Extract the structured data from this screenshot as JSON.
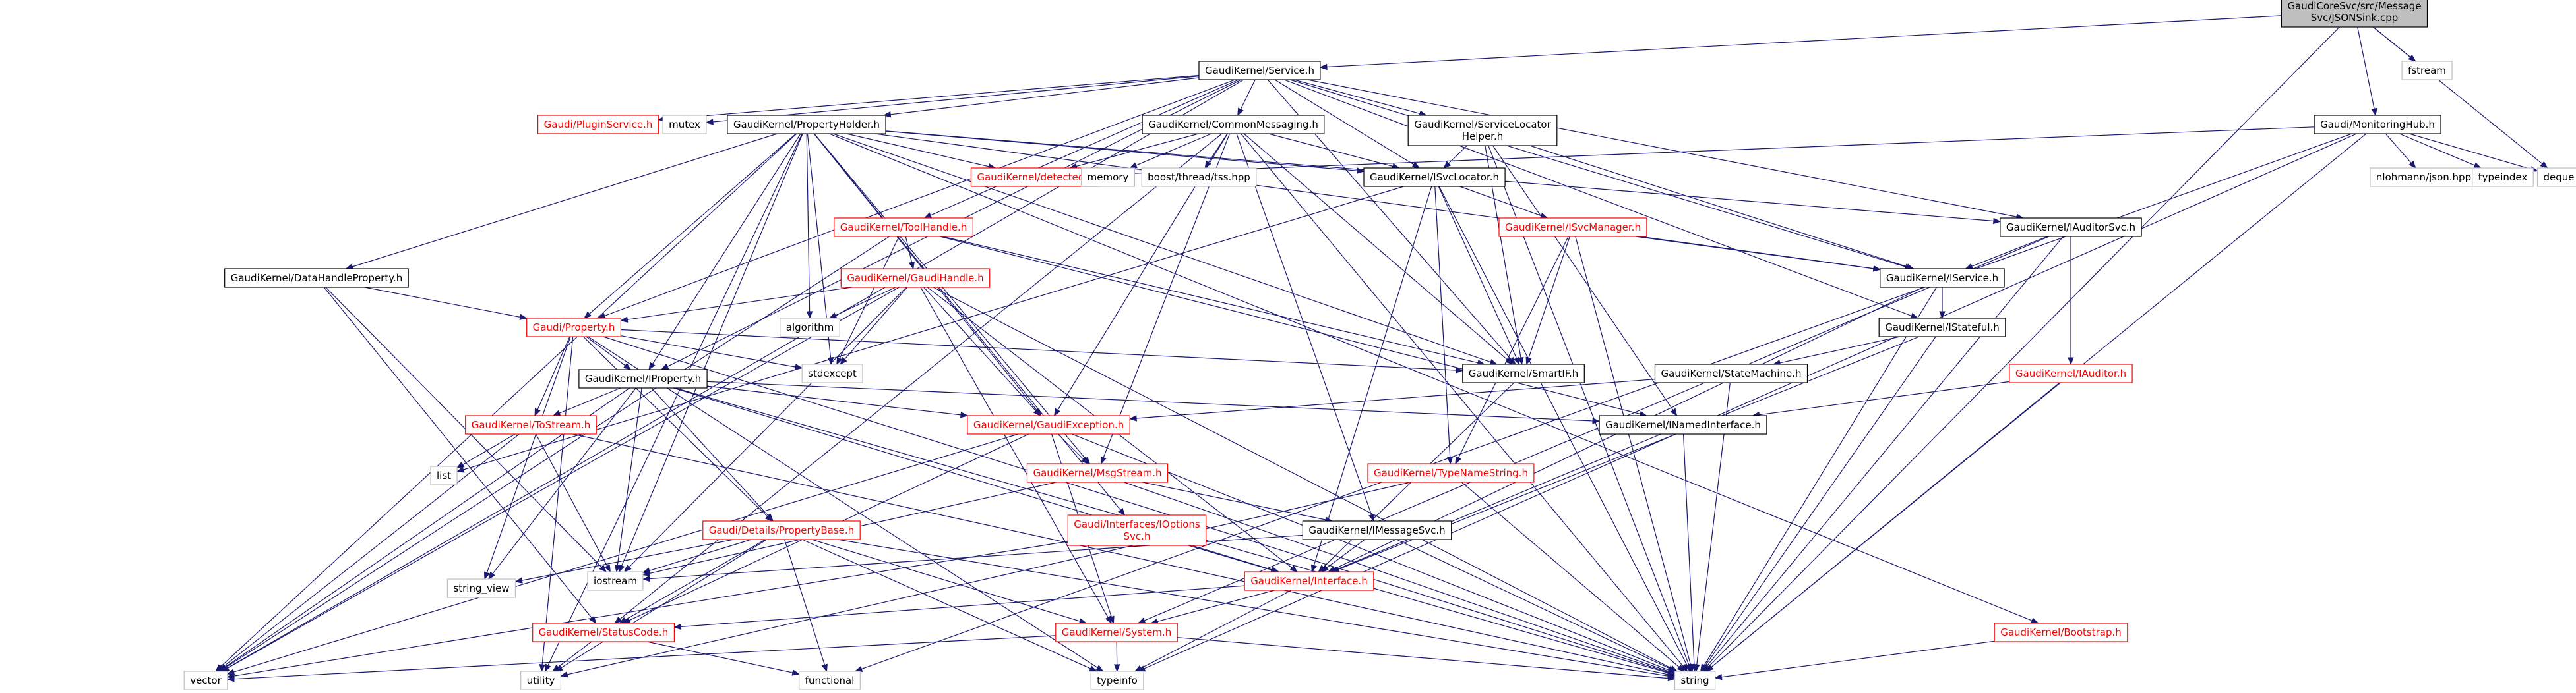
{
  "graph": {
    "colors": {
      "edge": "#191970",
      "root_fill": "#bfbfbf",
      "link_red": "#ff0000",
      "external_grey": "#bfbfbf"
    },
    "nodes": [
      {
        "id": "root",
        "lines": [
          "GaudiCoreSvc/src/Message",
          "Svc/JSONSink.cpp"
        ],
        "style": "root"
      },
      {
        "id": "service",
        "lines": [
          "GaudiKernel/Service.h"
        ],
        "style": "normal"
      },
      {
        "id": "fstream",
        "lines": [
          "fstream"
        ],
        "style": "grey"
      },
      {
        "id": "monhub",
        "lines": [
          "Gaudi/MonitoringHub.h"
        ],
        "style": "normal"
      },
      {
        "id": "deque",
        "lines": [
          "deque"
        ],
        "style": "grey"
      },
      {
        "id": "pluginsvc",
        "lines": [
          "Gaudi/PluginService.h"
        ],
        "style": "red"
      },
      {
        "id": "mutex",
        "lines": [
          "mutex"
        ],
        "style": "grey"
      },
      {
        "id": "propholder",
        "lines": [
          "GaudiKernel/PropertyHolder.h"
        ],
        "style": "normal"
      },
      {
        "id": "commonmsg",
        "lines": [
          "GaudiKernel/CommonMessaging.h"
        ],
        "style": "normal"
      },
      {
        "id": "svclochelper",
        "lines": [
          "GaudiKernel/ServiceLocator",
          "Helper.h"
        ],
        "style": "normal"
      },
      {
        "id": "nlohmann",
        "lines": [
          "nlohmann/json.hpp"
        ],
        "style": "grey"
      },
      {
        "id": "typeindex",
        "lines": [
          "typeindex"
        ],
        "style": "grey"
      },
      {
        "id": "detected",
        "lines": [
          "GaudiKernel/detected.h"
        ],
        "style": "red"
      },
      {
        "id": "memory",
        "lines": [
          "memory"
        ],
        "style": "grey"
      },
      {
        "id": "tss",
        "lines": [
          "boost/thread/tss.hpp"
        ],
        "style": "grey"
      },
      {
        "id": "isvcloc",
        "lines": [
          "GaudiKernel/ISvcLocator.h"
        ],
        "style": "normal"
      },
      {
        "id": "toolhandle",
        "lines": [
          "GaudiKernel/ToolHandle.h"
        ],
        "style": "red"
      },
      {
        "id": "isvcmgr",
        "lines": [
          "GaudiKernel/ISvcManager.h"
        ],
        "style": "red"
      },
      {
        "id": "iauditorsvc",
        "lines": [
          "GaudiKernel/IAuditorSvc.h"
        ],
        "style": "normal"
      },
      {
        "id": "dhprop",
        "lines": [
          "GaudiKernel/DataHandleProperty.h"
        ],
        "style": "normal"
      },
      {
        "id": "gaudihandle",
        "lines": [
          "GaudiKernel/GaudiHandle.h"
        ],
        "style": "red"
      },
      {
        "id": "iservice",
        "lines": [
          "GaudiKernel/IService.h"
        ],
        "style": "normal"
      },
      {
        "id": "algorithm",
        "lines": [
          "algorithm"
        ],
        "style": "grey"
      },
      {
        "id": "istateful",
        "lines": [
          "GaudiKernel/IStateful.h"
        ],
        "style": "normal"
      },
      {
        "id": "property",
        "lines": [
          "Gaudi/Property.h"
        ],
        "style": "red"
      },
      {
        "id": "stdexcept",
        "lines": [
          "stdexcept"
        ],
        "style": "grey"
      },
      {
        "id": "smartif",
        "lines": [
          "GaudiKernel/SmartIF.h"
        ],
        "style": "normal"
      },
      {
        "id": "statemachine",
        "lines": [
          "GaudiKernel/StateMachine.h"
        ],
        "style": "normal"
      },
      {
        "id": "iauditor",
        "lines": [
          "GaudiKernel/IAuditor.h"
        ],
        "style": "red"
      },
      {
        "id": "iproperty",
        "lines": [
          "GaudiKernel/IProperty.h"
        ],
        "style": "normal"
      },
      {
        "id": "inamed",
        "lines": [
          "GaudiKernel/INamedInterface.h"
        ],
        "style": "normal"
      },
      {
        "id": "itostream",
        "lines": [
          "GaudiKernel/ToStream.h"
        ],
        "style": "red"
      },
      {
        "id": "gaudiexc",
        "lines": [
          "GaudiKernel/GaudiException.h"
        ],
        "style": "red"
      },
      {
        "id": "list",
        "lines": [
          "list"
        ],
        "style": "grey"
      },
      {
        "id": "msgstream",
        "lines": [
          "GaudiKernel/MsgStream.h"
        ],
        "style": "red"
      },
      {
        "id": "typenamestr",
        "lines": [
          "GaudiKernel/TypeNameString.h"
        ],
        "style": "red"
      },
      {
        "id": "propbase",
        "lines": [
          "Gaudi/Details/PropertyBase.h"
        ],
        "style": "red"
      },
      {
        "id": "ioptsvc",
        "lines": [
          "Gaudi/Interfaces/IOptions",
          "Svc.h"
        ],
        "style": "red"
      },
      {
        "id": "imsgsvc",
        "lines": [
          "GaudiKernel/IMessageSvc.h"
        ],
        "style": "normal"
      },
      {
        "id": "iostream",
        "lines": [
          "iostream"
        ],
        "style": "grey"
      },
      {
        "id": "stringview",
        "lines": [
          "string_view"
        ],
        "style": "grey"
      },
      {
        "id": "interface",
        "lines": [
          "GaudiKernel/Interface.h"
        ],
        "style": "red"
      },
      {
        "id": "statuscode",
        "lines": [
          "GaudiKernel/StatusCode.h"
        ],
        "style": "red"
      },
      {
        "id": "system",
        "lines": [
          "GaudiKernel/System.h"
        ],
        "style": "red"
      },
      {
        "id": "bootstrap",
        "lines": [
          "GaudiKernel/Bootstrap.h"
        ],
        "style": "red"
      },
      {
        "id": "vector",
        "lines": [
          "vector"
        ],
        "style": "grey"
      },
      {
        "id": "utility",
        "lines": [
          "utility"
        ],
        "style": "grey"
      },
      {
        "id": "functional",
        "lines": [
          "functional"
        ],
        "style": "grey"
      },
      {
        "id": "typeinfo",
        "lines": [
          "typeinfo"
        ],
        "style": "grey"
      },
      {
        "id": "string",
        "lines": [
          "string"
        ],
        "style": "grey"
      }
    ],
    "edges": [
      [
        "root",
        "service"
      ],
      [
        "root",
        "fstream"
      ],
      [
        "root",
        "monhub"
      ],
      [
        "root",
        "deque"
      ],
      [
        "root",
        "string"
      ],
      [
        "service",
        "pluginsvc"
      ],
      [
        "service",
        "mutex"
      ],
      [
        "service",
        "propholder"
      ],
      [
        "service",
        "commonmsg"
      ],
      [
        "service",
        "svclochelper"
      ],
      [
        "service",
        "isvcloc"
      ],
      [
        "service",
        "toolhandle"
      ],
      [
        "service",
        "iauditorsvc"
      ],
      [
        "service",
        "iservice"
      ],
      [
        "service",
        "istateful"
      ],
      [
        "service",
        "property"
      ],
      [
        "service",
        "iproperty"
      ],
      [
        "service",
        "smartif"
      ],
      [
        "service",
        "vector"
      ],
      [
        "monhub",
        "nlohmann"
      ],
      [
        "monhub",
        "typeindex"
      ],
      [
        "monhub",
        "deque"
      ],
      [
        "monhub",
        "detected"
      ],
      [
        "monhub",
        "string"
      ],
      [
        "monhub",
        "typeinfo"
      ],
      [
        "monhub",
        "functional"
      ],
      [
        "propholder",
        "detected"
      ],
      [
        "propholder",
        "isvcloc"
      ],
      [
        "propholder",
        "dhprop"
      ],
      [
        "propholder",
        "property"
      ],
      [
        "propholder",
        "iproperty"
      ],
      [
        "propholder",
        "gaudiexc"
      ],
      [
        "propholder",
        "msgstream"
      ],
      [
        "propholder",
        "iservice"
      ],
      [
        "propholder",
        "iauditorsvc"
      ],
      [
        "propholder",
        "algorithm"
      ],
      [
        "propholder",
        "stdexcept"
      ],
      [
        "propholder",
        "iostream"
      ],
      [
        "propholder",
        "vector"
      ],
      [
        "propholder",
        "utility"
      ],
      [
        "propholder",
        "smartif"
      ],
      [
        "propholder",
        "ioptsvc"
      ],
      [
        "propholder",
        "bootstrap"
      ],
      [
        "commonmsg",
        "detected"
      ],
      [
        "commonmsg",
        "memory"
      ],
      [
        "commonmsg",
        "tss"
      ],
      [
        "commonmsg",
        "isvcloc"
      ],
      [
        "commonmsg",
        "imsgsvc"
      ],
      [
        "commonmsg",
        "msgstream"
      ],
      [
        "commonmsg",
        "gaudiexc"
      ],
      [
        "commonmsg",
        "smartif"
      ],
      [
        "commonmsg",
        "string"
      ],
      [
        "commonmsg",
        "statuscode"
      ],
      [
        "svclochelper",
        "isvcloc"
      ],
      [
        "svclochelper",
        "iservice"
      ],
      [
        "svclochelper",
        "smartif"
      ],
      [
        "svclochelper",
        "inamed"
      ],
      [
        "svclochelper",
        "string"
      ],
      [
        "isvcloc",
        "isvcmgr"
      ],
      [
        "isvcloc",
        "smartif"
      ],
      [
        "isvcloc",
        "typenamestr"
      ],
      [
        "isvcloc",
        "interface"
      ],
      [
        "isvcloc",
        "string"
      ],
      [
        "isvcloc",
        "list"
      ],
      [
        "toolhandle",
        "gaudihandle"
      ],
      [
        "toolhandle",
        "stdexcept"
      ],
      [
        "toolhandle",
        "inamed"
      ],
      [
        "toolhandle",
        "smartif"
      ],
      [
        "toolhandle",
        "vector"
      ],
      [
        "isvcmgr",
        "iservice"
      ],
      [
        "isvcmgr",
        "smartif"
      ],
      [
        "isvcmgr",
        "typenamestr"
      ],
      [
        "isvcmgr",
        "string"
      ],
      [
        "iauditorsvc",
        "iservice"
      ],
      [
        "iauditorsvc",
        "iauditor"
      ],
      [
        "iauditorsvc",
        "system"
      ],
      [
        "iauditorsvc",
        "string"
      ],
      [
        "dhprop",
        "property"
      ],
      [
        "dhprop",
        "iostream"
      ],
      [
        "dhprop",
        "statuscode"
      ],
      [
        "gaudihandle",
        "property"
      ],
      [
        "gaudihandle",
        "gaudiexc"
      ],
      [
        "gaudihandle",
        "algorithm"
      ],
      [
        "gaudihandle",
        "stdexcept"
      ],
      [
        "gaudihandle",
        "system"
      ],
      [
        "gaudihandle",
        "iostream"
      ],
      [
        "gaudihandle",
        "string"
      ],
      [
        "gaudihandle",
        "vector"
      ],
      [
        "gaudihandle",
        "interface"
      ],
      [
        "iservice",
        "istateful"
      ],
      [
        "iservice",
        "interface"
      ],
      [
        "iservice",
        "string"
      ],
      [
        "istateful",
        "statemachine"
      ],
      [
        "istateful",
        "interface"
      ],
      [
        "istateful",
        "string"
      ],
      [
        "property",
        "iproperty"
      ],
      [
        "property",
        "itostream"
      ],
      [
        "property",
        "propbase"
      ],
      [
        "property",
        "smartif"
      ],
      [
        "property",
        "stdexcept"
      ],
      [
        "property",
        "typeinfo"
      ],
      [
        "property",
        "utility"
      ],
      [
        "property",
        "stringview"
      ],
      [
        "property",
        "string"
      ],
      [
        "smartif",
        "interface"
      ],
      [
        "statemachine",
        "gaudiexc"
      ],
      [
        "statemachine",
        "string"
      ],
      [
        "iauditor",
        "inamed"
      ],
      [
        "iauditor",
        "string"
      ],
      [
        "iproperty",
        "gaudiexc"
      ],
      [
        "iproperty",
        "itostream"
      ],
      [
        "iproperty",
        "propbase"
      ],
      [
        "iproperty",
        "inamed"
      ],
      [
        "iproperty",
        "stringview"
      ],
      [
        "iproperty",
        "iostream"
      ],
      [
        "iproperty",
        "vector"
      ],
      [
        "iproperty",
        "string"
      ],
      [
        "iproperty",
        "interface"
      ],
      [
        "inamed",
        "interface"
      ],
      [
        "inamed",
        "string"
      ],
      [
        "itostream",
        "list"
      ],
      [
        "itostream",
        "iostream"
      ],
      [
        "itostream",
        "vector"
      ],
      [
        "itostream",
        "string"
      ],
      [
        "gaudiexc",
        "msgstream"
      ],
      [
        "gaudiexc",
        "statuscode"
      ],
      [
        "gaudiexc",
        "string"
      ],
      [
        "gaudiexc",
        "system"
      ],
      [
        "gaudiexc",
        "vector"
      ],
      [
        "msgstream",
        "imsgsvc"
      ],
      [
        "msgstream",
        "iostream"
      ],
      [
        "msgstream",
        "string"
      ],
      [
        "typenamestr",
        "string"
      ],
      [
        "typenamestr",
        "utility"
      ],
      [
        "propbase",
        "statuscode"
      ],
      [
        "propbase",
        "system"
      ],
      [
        "propbase",
        "iostream"
      ],
      [
        "propbase",
        "stringview"
      ],
      [
        "propbase",
        "functional"
      ],
      [
        "propbase",
        "typeinfo"
      ],
      [
        "propbase",
        "utility"
      ],
      [
        "propbase",
        "string"
      ],
      [
        "ioptsvc",
        "interface"
      ],
      [
        "ioptsvc",
        "vector"
      ],
      [
        "imsgsvc",
        "interface"
      ],
      [
        "imsgsvc",
        "iostream"
      ],
      [
        "imsgsvc",
        "string"
      ],
      [
        "interface",
        "statuscode"
      ],
      [
        "interface",
        "system"
      ],
      [
        "interface",
        "typeinfo"
      ],
      [
        "statuscode",
        "functional"
      ],
      [
        "statuscode",
        "utility"
      ],
      [
        "system",
        "string"
      ],
      [
        "system",
        "typeinfo"
      ],
      [
        "system",
        "vector"
      ],
      [
        "bootstrap",
        "string"
      ]
    ]
  }
}
